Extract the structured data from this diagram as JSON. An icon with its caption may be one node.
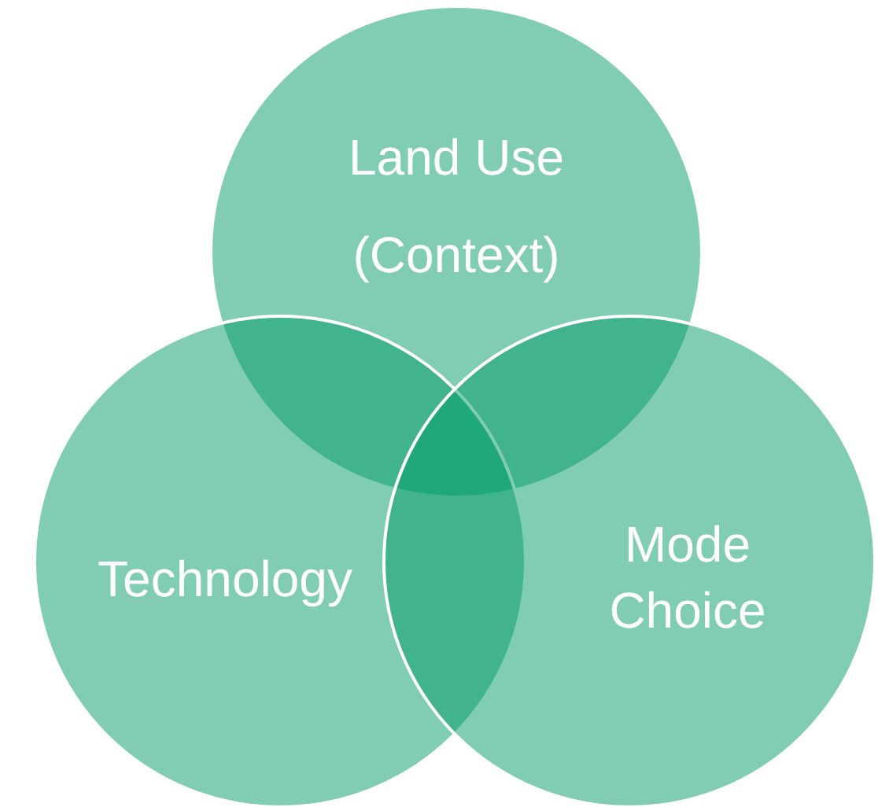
{
  "diagram": {
    "nodes": [
      {
        "text": [
          "Land Use (Context)"
        ]
      },
      {
        "text": [
          "Technology"
        ]
      },
      {
        "text": [
          "Mode Choice"
        ]
      }
    ]
  }
}
